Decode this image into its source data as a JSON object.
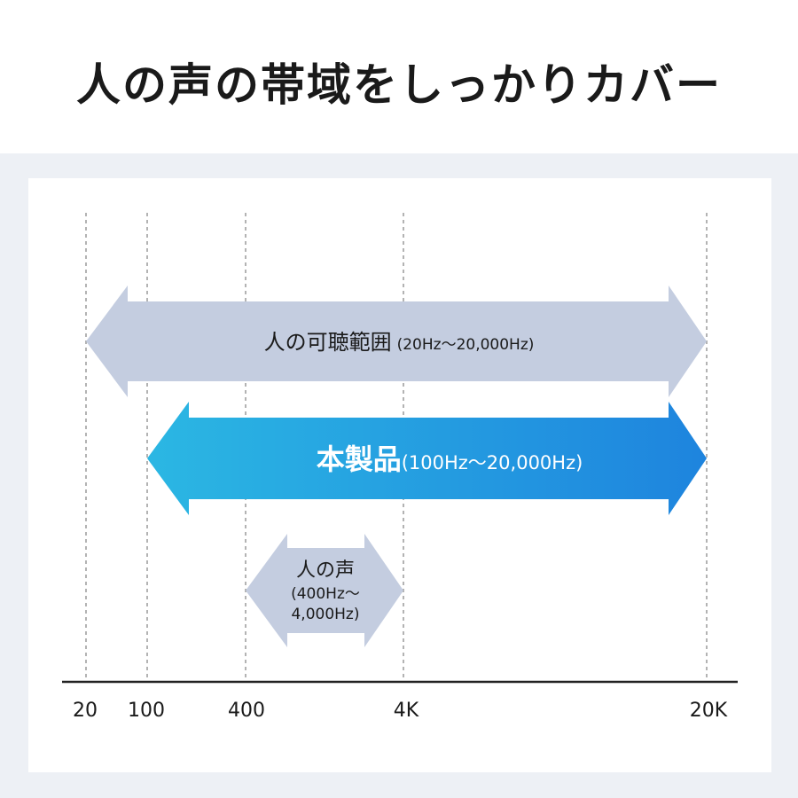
{
  "title": "人の声の帯域をしっかりカバー",
  "axis": {
    "ticks": [
      "20",
      "100",
      "400",
      "4K",
      "20K"
    ]
  },
  "bands": {
    "human_hearing": {
      "label": "人の可聴範囲",
      "range": "(20Hz〜20,000Hz)",
      "color": "#c4cde0"
    },
    "product": {
      "label": "本製品",
      "range": "(100Hz〜20,000Hz)",
      "color_start": "#2bb7e3",
      "color_end": "#1e84de"
    },
    "voice": {
      "label": "人の声",
      "range_line1": "(400Hz〜",
      "range_line2": "4,000Hz)",
      "color": "#c4cde0"
    }
  }
}
